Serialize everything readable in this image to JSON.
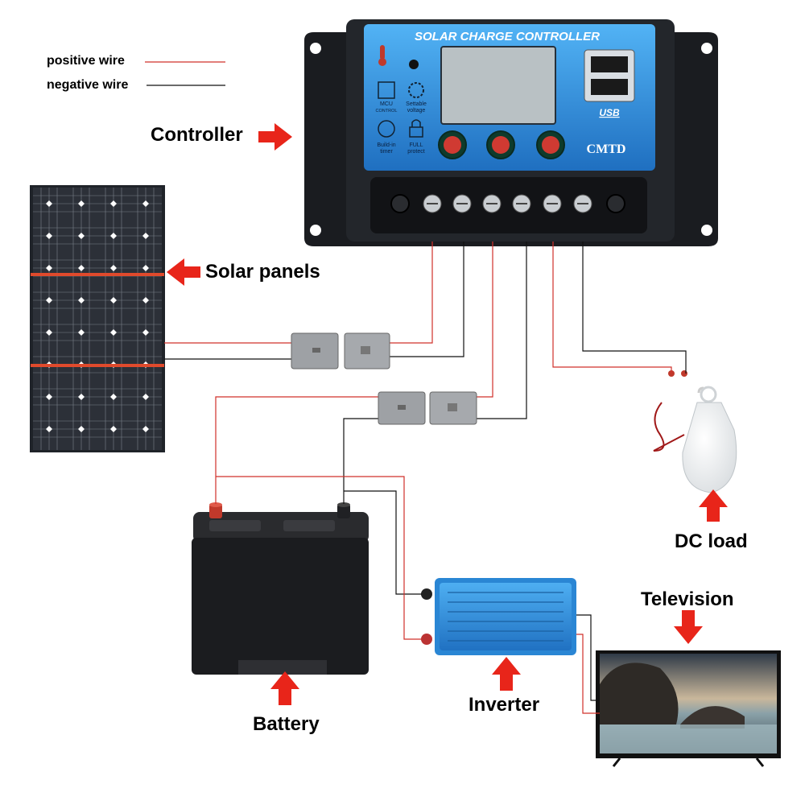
{
  "legend": {
    "positive": {
      "label": "positive wire",
      "color": "#d0302a"
    },
    "negative": {
      "label": "negative wire",
      "color": "#111111"
    }
  },
  "controller": {
    "label": "Controller",
    "title": "SOLAR CHARGE CONTROLLER",
    "brand": "CMTD",
    "usb": "USB",
    "features": [
      {
        "line1": "MCU",
        "line2": "CONTROL",
        "icon": "chip-icon"
      },
      {
        "line1": "Settable",
        "line2": "voltage",
        "icon": "gear-icon"
      },
      {
        "line1": "Build-in",
        "line2": "timer",
        "icon": "clock-icon"
      },
      {
        "line1": "FULL",
        "line2": "protect",
        "icon": "lock-icon"
      }
    ],
    "buttons": [
      "menu-button",
      "up-button",
      "down-button"
    ]
  },
  "components": {
    "solar_panels": "Solar panels",
    "dc_load": "DC load",
    "battery": "Battery",
    "inverter": "Inverter",
    "television": "Television"
  },
  "colors": {
    "arrow": "#e8251a",
    "controller_body": "#1e2024",
    "controller_face": "#2f8fe0",
    "inverter_body": "#2a86d4",
    "panel_frame": "#262a30",
    "battery_body": "#1b1c1f"
  }
}
